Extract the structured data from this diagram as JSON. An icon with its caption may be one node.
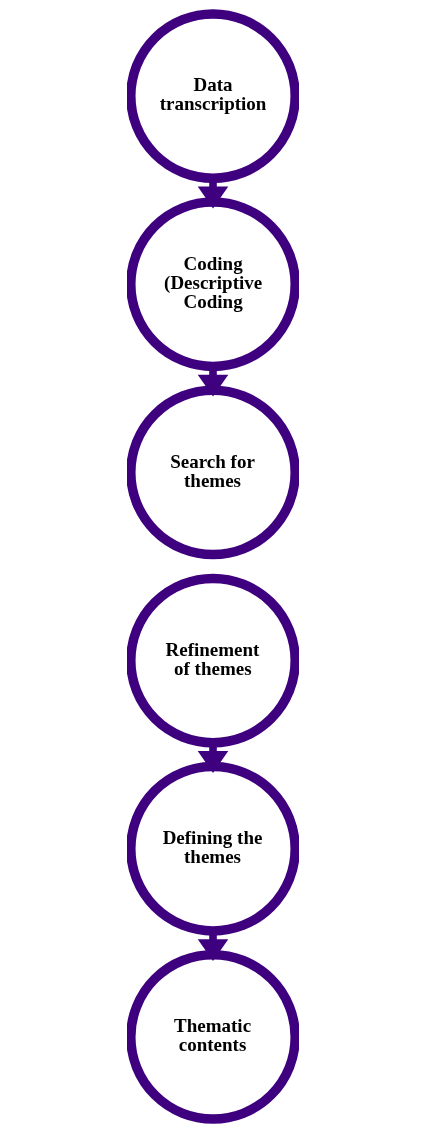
{
  "diagram": {
    "nodes": [
      {
        "text": [
          "Data transcription"
        ]
      },
      {
        "text": [
          "Coding (Descriptive Coding"
        ]
      },
      {
        "text": [
          "Search for themes"
        ]
      },
      {
        "text": [
          "Refinement of themes"
        ]
      },
      {
        "text": [
          "Defining the themes"
        ]
      },
      {
        "text": [
          "Thematic contents"
        ]
      }
    ],
    "edges": [
      {
        "from": 0,
        "to": 1,
        "arrow": "to"
      },
      {
        "from": 1,
        "to": 2,
        "arrow": "to"
      },
      {
        "from": 3,
        "to": 4,
        "arrow": "to"
      },
      {
        "from": 4,
        "to": 5,
        "arrow": "to"
      }
    ]
  }
}
